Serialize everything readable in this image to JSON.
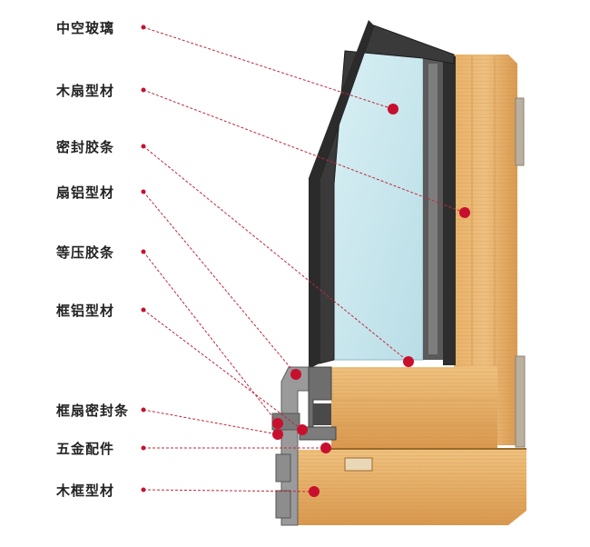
{
  "labels": [
    {
      "id": "hollow-glass",
      "text": "中空玻璃"
    },
    {
      "id": "wood-sash-profile",
      "text": "木扇型材"
    },
    {
      "id": "sealing-strip",
      "text": "密封胶条"
    },
    {
      "id": "sash-aluminum-profile",
      "text": "扇铝型材"
    },
    {
      "id": "equal-pressure-strip",
      "text": "等压胶条"
    },
    {
      "id": "frame-aluminum-profile",
      "text": "框铝型材"
    },
    {
      "id": "frame-sash-seal",
      "text": "框扇密封条"
    },
    {
      "id": "hardware-fittings",
      "text": "五金配件"
    },
    {
      "id": "wood-frame-profile",
      "text": "木框型材"
    }
  ],
  "colors": {
    "leader": "#c0283c",
    "dot": "#c8102e",
    "label_text": "#222222",
    "glass": "#c9e8ee",
    "wood": "#e2a860",
    "wood_dark": "#c98a42",
    "aluminum": "#3a3a3a",
    "spacer": "#555555"
  }
}
